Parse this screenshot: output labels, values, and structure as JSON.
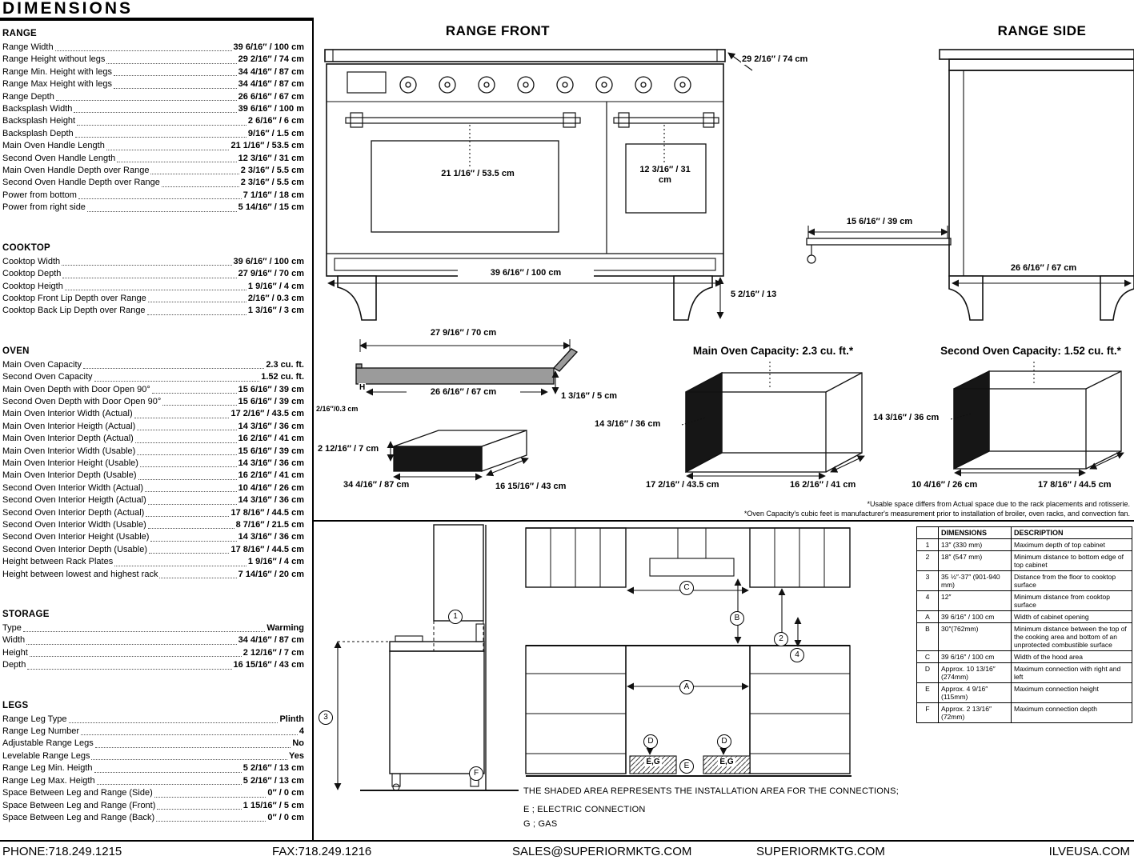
{
  "title": "DIMENSIONS",
  "sections": [
    {
      "heading": "RANGE",
      "rows": [
        [
          "Range Width",
          "39 6/16″ / 100 cm"
        ],
        [
          "Range Height without legs",
          "29 2/16″ / 74 cm"
        ],
        [
          "Range Min. Height with legs",
          "34 4/16″ / 87 cm"
        ],
        [
          "Range Max Height with legs",
          "34 4/16″ / 87 cm"
        ],
        [
          "Range Depth",
          "26 6/16″ / 67 cm"
        ],
        [
          "Backsplash Width",
          "39 6/16″ / 100 m"
        ],
        [
          "Backsplash Height",
          "2 6/16″ / 6 cm"
        ],
        [
          "Backsplash Depth",
          "9/16″ / 1.5 cm"
        ],
        [
          "Main Oven Handle Length",
          "21 1/16″ / 53.5 cm"
        ],
        [
          "Second Oven Handle Length",
          "12 3/16″ / 31 cm"
        ],
        [
          "Main Oven Handle Depth over Range",
          "2 3/16″ / 5.5 cm"
        ],
        [
          "Second Oven Handle Depth over Range",
          "2 3/16″ / 5.5 cm"
        ],
        [
          "Power from bottom",
          "7 1/16″ / 18 cm"
        ],
        [
          "Power from right side",
          "5 14/16″ / 15 cm"
        ]
      ]
    },
    {
      "heading": "COOKTOP",
      "rows": [
        [
          "Cooktop Width",
          "39 6/16″ / 100 cm"
        ],
        [
          "Cooktop Depth",
          "27 9/16″ / 70 cm"
        ],
        [
          "Cooktop Heigth",
          "1 9/16″ / 4 cm"
        ],
        [
          "Cooktop Front Lip Depth over Range",
          "2/16″ / 0.3 cm"
        ],
        [
          "Cooktop Back Lip Depth over Range",
          "1 3/16″ / 3 cm"
        ]
      ]
    },
    {
      "heading": "OVEN",
      "rows": [
        [
          "Main Oven Capacity",
          "2.3 cu. ft."
        ],
        [
          "Second Oven Capacity",
          "1.52 cu. ft."
        ],
        [
          "Main Oven Depth with Door Open 90°",
          "15 6/16″ / 39 cm"
        ],
        [
          "Second Oven Depth with Door Open 90°",
          "15 6/16″ / 39 cm"
        ],
        [
          "Main Oven Interior Width (Actual)",
          "17 2/16″ / 43.5 cm"
        ],
        [
          "Main Oven Interior Heigth (Actual)",
          "14 3/16″ / 36 cm"
        ],
        [
          "Main Oven Interior Depth (Actual)",
          "16 2/16″ / 41 cm"
        ],
        [
          "Main Oven Interior Width (Usable)",
          "15 6/16″ / 39 cm"
        ],
        [
          "Main Oven Interior Height (Usable)",
          "14 3/16″ / 36 cm"
        ],
        [
          "Main Oven Interior Depth (Usable)",
          "16 2/16″ / 41 cm"
        ],
        [
          "Second Oven Interior Width (Actual)",
          "10 4/16″ / 26 cm"
        ],
        [
          "Second Oven Interior Heigth (Actual)",
          "14 3/16″ / 36 cm"
        ],
        [
          "Second Oven Interior Depth (Actual)",
          "17 8/16″ / 44.5 cm"
        ],
        [
          "Second Oven Interior Width (Usable)",
          "8 7/16″ / 21.5 cm"
        ],
        [
          "Second Oven Interior Height (Usable)",
          "14 3/16″ / 36 cm"
        ],
        [
          "Second Oven Interior Depth (Usable)",
          "17 8/16″ / 44.5 cm"
        ],
        [
          "Height between Rack Plates",
          "1 9/16″ / 4 cm"
        ],
        [
          "Height between lowest and highest rack",
          "7 14/16″ / 20 cm"
        ]
      ]
    },
    {
      "heading": "STORAGE",
      "rows": [
        [
          "Type",
          "Warming"
        ],
        [
          "Width",
          "34 4/16″ / 87 cm"
        ],
        [
          "Height",
          "2 12/16″ / 7 cm"
        ],
        [
          "Depth",
          "16 15/16″ / 43 cm"
        ]
      ]
    },
    {
      "heading": "LEGS",
      "rows": [
        [
          "Range Leg Type",
          "Plinth"
        ],
        [
          "Range Leg Number",
          "4"
        ],
        [
          "Adjustable Range Legs",
          "No"
        ],
        [
          "Levelable Range Legs",
          "Yes"
        ],
        [
          "Range Leg Min. Heigth",
          "5 2/16″ / 13 cm"
        ],
        [
          "Range Leg Max. Heigth",
          "5 2/16″ / 13 cm"
        ],
        [
          "Space Between Leg and Range (Side)",
          "0″ / 0 cm"
        ],
        [
          "Space Between Leg and Range (Front)",
          "1 15/16″ / 5 cm"
        ],
        [
          "Space Between Leg and Range (Back)",
          "0″ / 0 cm"
        ]
      ]
    }
  ],
  "diagrams": {
    "range_front": {
      "title": "RANGE FRONT",
      "dim_height": "29 2/16″ / 74 cm",
      "dim_main_handle": "21 1/16″ / 53.5 cm",
      "dim_second_handle": "12 3/16″ / 31 cm",
      "dim_width": "39 6/16″ / 100 cm",
      "dim_leg": "5 2/16″ / 13"
    },
    "range_side": {
      "title": "RANGE SIDE",
      "dim_handle": "15 6/16″ / 39 cm",
      "dim_depth": "26 6/16″ / 67 cm"
    },
    "cooktop": {
      "dim_top": "27 9/16″ / 70 cm",
      "dim_inner": "26 6/16″ / 67 cm",
      "dim_right": "1 3/16″ / 5 cm",
      "dim_lip": "2/16″/0.3 cm",
      "h_label": "H"
    },
    "storage": {
      "dim_height": "2 12/16″ / 7 cm",
      "dim_width": "34 4/16″ / 87 cm",
      "dim_depth": "16 15/16″ / 43 cm"
    },
    "main_oven": {
      "title": "Main Oven Capacity: 2.3 cu. ft.*",
      "dim_height": "14 3/16″ / 36 cm",
      "dim_width": "17 2/16″ / 43.5 cm",
      "dim_depth": "16 2/16″ / 41 cm"
    },
    "second_oven": {
      "title": "Second Oven Capacity: 1.52 cu. ft.*",
      "dim_height": "14 3/16″ / 36 cm",
      "dim_width": "10 4/16″ / 26 cm",
      "dim_depth": "17 8/16″ / 44.5 cm"
    },
    "footnote1": "*Usable space differs from Actual space due to the rack placements and rotisserie.",
    "footnote2": "*Oven Capacity's cubic feet is manufacturer's measurement prior to installation of broiler, oven racks, and convection fan."
  },
  "installation": {
    "note": "THE SHADED AREA REPRESENTS THE INSTALLATION AREA FOR THE CONNECTIONS;",
    "legend_e": "E ; ELECTRIC CONNECTION",
    "legend_g": "G ; GAS",
    "shaded_label": "E,G",
    "callouts": {
      "n1": "1",
      "n2": "2",
      "n3": "3",
      "n4": "4",
      "a": "A",
      "b": "B",
      "c": "C",
      "d": "D",
      "e": "E",
      "f": "F"
    }
  },
  "table": {
    "headers": [
      "",
      "DIMENSIONS",
      "DESCRIPTION"
    ],
    "rows": [
      [
        "1",
        "13″ (330 mm)",
        "Maximum depth of top cabinet"
      ],
      [
        "2",
        "18″ (547 mm)",
        "Minimum distance to bottom edge of top cabinet"
      ],
      [
        "3",
        "35 ½″-37″ (901-940 mm)",
        "Distance from the floor to cooktop surface"
      ],
      [
        "4",
        "12″",
        "Minimum distance from cooktop surface"
      ],
      [
        "A",
        "39 6/16″ / 100 cm",
        "Width of cabinet opening"
      ],
      [
        "B",
        "30″(762mm)",
        "Minimum distance between the top of the cooking area and bottom of an unprotected combustible surface"
      ],
      [
        "C",
        "39 6/16″ / 100 cm",
        "Width of the hood area"
      ],
      [
        "D",
        "Approx. 10 13/16″ (274mm)",
        "Maximum connection with right and left"
      ],
      [
        "E",
        "Approx. 4 9/16″ (115mm)",
        "Maximum connection height"
      ],
      [
        "F",
        "Approx. 2 13/16″ (72mm)",
        "Maximum connection depth"
      ]
    ]
  },
  "footer": {
    "phone": "PHONE:718.249.1215",
    "fax": "FAX:718.249.1216",
    "email": "SALES@SUPERIORMKTG.COM",
    "site": "SUPERIORMKTG.COM",
    "site2": "ILVEUSA.COM"
  }
}
